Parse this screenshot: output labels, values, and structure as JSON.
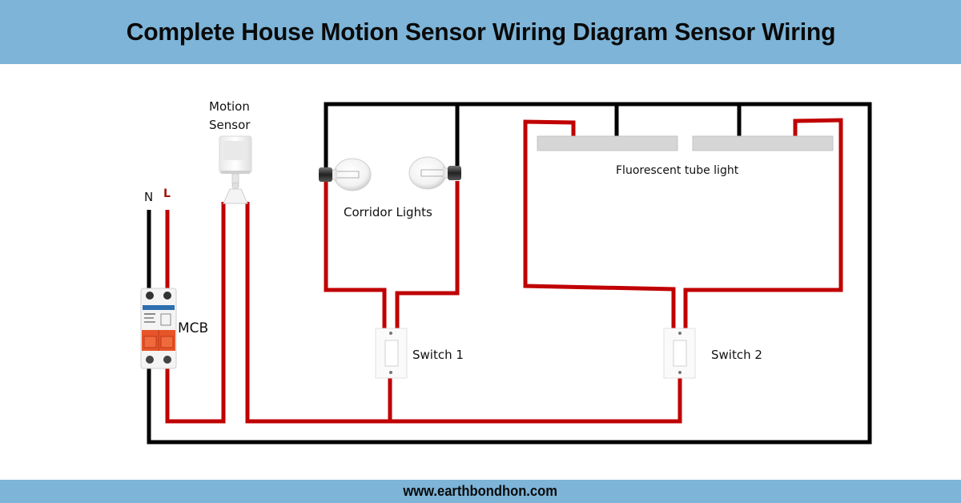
{
  "header": {
    "title": "Complete House Motion Sensor Wiring Diagram Sensor Wiring"
  },
  "footer": {
    "website": "www.earthbondhon.com"
  },
  "colors": {
    "banner": "#7db4d8",
    "live_wire": "#c00000",
    "neutral_wire": "#000000",
    "tube": "#d6d6d6"
  },
  "labels": {
    "neutral": "N",
    "live": "L",
    "motion_sensor_line1": "Motion",
    "motion_sensor_line2": "Sensor",
    "mcb": "MCB",
    "corridor_lights": "Corridor Lights",
    "fluorescent": "Fluorescent tube light",
    "switch1": "Switch 1",
    "switch2": "Switch 2"
  },
  "components": [
    {
      "id": "mcb",
      "icon": "circuit-breaker-icon"
    },
    {
      "id": "motion-sensor",
      "icon": "motion-sensor-icon"
    },
    {
      "id": "bulb-left",
      "icon": "light-bulb-icon"
    },
    {
      "id": "bulb-right",
      "icon": "light-bulb-icon"
    },
    {
      "id": "tube-left",
      "icon": "tube-light-icon"
    },
    {
      "id": "tube-right",
      "icon": "tube-light-icon"
    },
    {
      "id": "switch-1",
      "icon": "wall-switch-icon"
    },
    {
      "id": "switch-2",
      "icon": "wall-switch-icon"
    }
  ]
}
